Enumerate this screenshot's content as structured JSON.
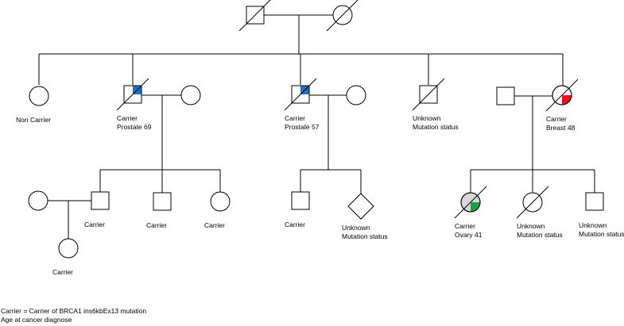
{
  "colors": {
    "carrier_prostate": "#1f73c4",
    "carrier_breast": "#e8121c",
    "carrier_ovary": "#1f9e4a",
    "carrier_grey": "#d8d8d8"
  },
  "generation1": {
    "grandfather": {
      "sex": "male",
      "deceased": true,
      "label": []
    },
    "grandmother": {
      "sex": "female",
      "deceased": true,
      "label": []
    }
  },
  "generation2": [
    {
      "key": "daughter_1",
      "sex": "female",
      "deceased": false,
      "label": [
        "Non Carrier"
      ]
    },
    {
      "key": "son_1",
      "sex": "male",
      "deceased": true,
      "carrier": "prostate",
      "label": [
        "Carrier",
        "Prostate 69"
      ]
    },
    {
      "key": "son_1_spouse",
      "sex": "female",
      "deceased": false,
      "label": []
    },
    {
      "key": "son_2",
      "sex": "male",
      "deceased": true,
      "carrier": "prostate",
      "label": [
        "Carrier",
        "Prostate 57"
      ]
    },
    {
      "key": "son_2_spouse",
      "sex": "female",
      "deceased": false,
      "label": []
    },
    {
      "key": "son_3",
      "sex": "male",
      "deceased": true,
      "label": [
        "Unknown",
        "Mutation status"
      ]
    },
    {
      "key": "daughter_2_spouse",
      "sex": "male",
      "deceased": false,
      "label": []
    },
    {
      "key": "daughter_2",
      "sex": "female",
      "deceased": true,
      "carrier": "breast",
      "label": [
        "Carrier",
        "Breast 48"
      ]
    }
  ],
  "generation3": [
    {
      "key": "grandson_1_spouse",
      "sex": "female",
      "deceased": false,
      "label": []
    },
    {
      "key": "grandson_1",
      "sex": "male",
      "deceased": false,
      "label": [
        "Carrier"
      ]
    },
    {
      "key": "grandson_2",
      "sex": "male",
      "deceased": false,
      "label": [
        "Carrier"
      ]
    },
    {
      "key": "granddaughter_1",
      "sex": "female",
      "deceased": false,
      "label": [
        "Carrier"
      ]
    },
    {
      "key": "grandson_3",
      "sex": "male",
      "deceased": false,
      "label": [
        "Carrier"
      ]
    },
    {
      "key": "grandchild_unknown_sex",
      "sex": "unknown",
      "deceased": false,
      "label": [
        "Unknown",
        "Mutation status"
      ]
    },
    {
      "key": "granddaughter_2",
      "sex": "female",
      "deceased": true,
      "carrier": "ovary",
      "label": [
        "Carrier",
        "Ovary 41"
      ]
    },
    {
      "key": "granddaughter_3",
      "sex": "female",
      "deceased": true,
      "label": [
        "Unknown",
        "Mutation status"
      ]
    },
    {
      "key": "grandson_4",
      "sex": "male",
      "deceased": false,
      "label": [
        "Unknown",
        "Mutation status"
      ]
    }
  ],
  "generation4": [
    {
      "key": "great_granddaughter",
      "sex": "female",
      "deceased": false,
      "label": [
        "Carrier"
      ]
    }
  ],
  "legend": {
    "line1": "Carrier = Carrier of BRCA1 ins6kbEx13 mutation",
    "line2": "Age at cancer diagnose"
  }
}
